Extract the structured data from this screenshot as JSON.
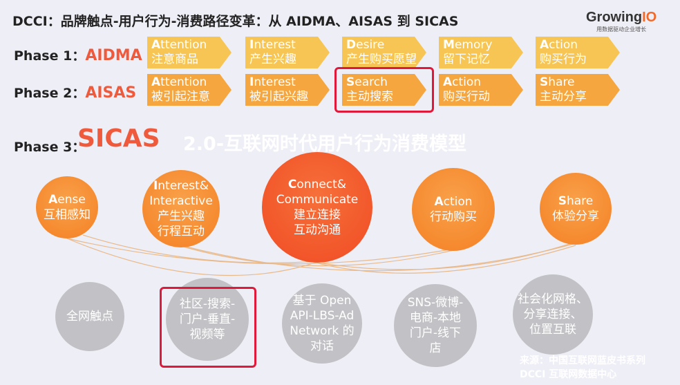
{
  "title": "DCCI：品牌触点-用户行为-消费路径变革：从 AIDMA、AISAS 到 SICAS",
  "logo": {
    "name_a": "Growing",
    "name_b": "IO",
    "tagline": "用数据驱动企业增长"
  },
  "phase1": {
    "label": "Phase 1：",
    "model": "AIDMA",
    "steps": [
      {
        "en_first": "A",
        "en_rest": "ttention",
        "zh": "注意商品"
      },
      {
        "en_first": "I",
        "en_rest": "nterest",
        "zh": "产生兴趣"
      },
      {
        "en_first": "D",
        "en_rest": "esire",
        "zh": "产生购买愿望"
      },
      {
        "en_first": "M",
        "en_rest": "emory",
        "zh": "留下记忆"
      },
      {
        "en_first": "A",
        "en_rest": "ction",
        "zh": "购买行为"
      }
    ]
  },
  "phase2": {
    "label": "Phase 2：",
    "model": "AISAS",
    "steps": [
      {
        "en_first": "A",
        "en_rest": "ttention",
        "zh": "被引起注意"
      },
      {
        "en_first": "I",
        "en_rest": "nterest",
        "zh": "被引起兴趣"
      },
      {
        "en_first": "S",
        "en_rest": "earch",
        "zh": "主动搜索"
      },
      {
        "en_first": "A",
        "en_rest": "ction",
        "zh": "购买行动"
      },
      {
        "en_first": "S",
        "en_rest": "hare",
        "zh": "主动分享"
      }
    ]
  },
  "phase3": {
    "label": "Phase 3：",
    "model": "SICAS",
    "subtitle": "2.0-互联网时代用户行为消费模型"
  },
  "stages": [
    {
      "en_first": "A",
      "en_rest": "ense",
      "zh1": "互相感知",
      "zh2": ""
    },
    {
      "en_first": "I",
      "en_rest": "nterest&",
      "en2": "Interactive",
      "zh1": "产生兴趣",
      "zh2": "行程互动"
    },
    {
      "en_first": "C",
      "en_rest": "onnect&",
      "en2": "Communicate",
      "zh1": "建立连接",
      "zh2": "互动沟通"
    },
    {
      "en_first": "A",
      "en_rest": "ction",
      "zh1": "行动购买",
      "zh2": ""
    },
    {
      "en_first": "S",
      "en_rest": "hare",
      "zh1": "体验分享",
      "zh2": ""
    }
  ],
  "channels": [
    {
      "lines": [
        "全网触点"
      ]
    },
    {
      "lines": [
        "社区-搜索-",
        "门户-垂直-",
        "视频等"
      ]
    },
    {
      "lines": [
        "基于 Open",
        "API-LBS-Ad",
        "Network 的",
        "对话"
      ]
    },
    {
      "lines": [
        "SNS-微博-",
        "电商-本地",
        "门户-线下",
        "店"
      ]
    },
    {
      "lines": [
        "社会化网格、",
        "分享连接、",
        "位置互联"
      ]
    }
  ],
  "source": {
    "line1": "来源：中国互联网蓝皮书系列",
    "line2": "DCCI 互联网数据中心"
  }
}
